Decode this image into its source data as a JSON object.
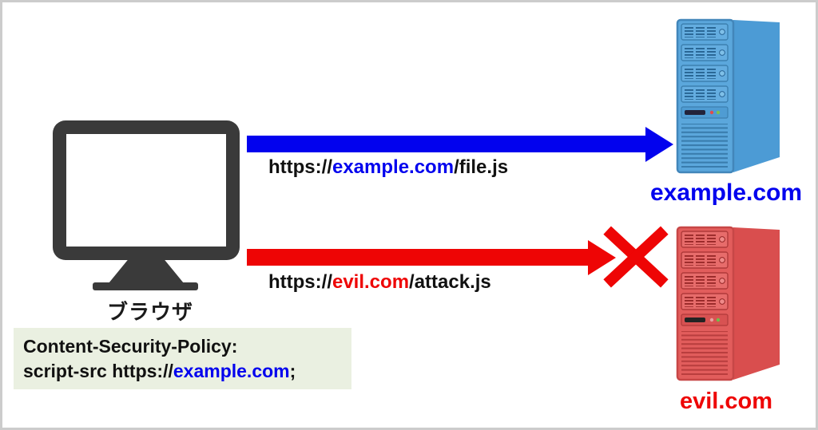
{
  "colors": {
    "blue": "#0202ee",
    "red": "#ee0505",
    "text": "#111111",
    "monitor": "#3a3a3a",
    "csp_bg": "#eaf0e1",
    "frame_border": "#cccccc"
  },
  "browser": {
    "label": "ブラウザ"
  },
  "requests": {
    "allowed": {
      "prefix": "https://",
      "domain": "example.com",
      "suffix": "/file.js"
    },
    "blocked": {
      "prefix": "https://",
      "domain": "evil.com",
      "suffix": "/attack.js"
    }
  },
  "servers": {
    "allowed": {
      "label": "example.com"
    },
    "blocked": {
      "label": "evil.com"
    }
  },
  "csp": {
    "line1": "Content-Security-Policy:",
    "line2_prefix": "script-src https://",
    "line2_domain": "example.com",
    "line2_suffix": ";"
  },
  "icons": {
    "browser": "monitor-icon",
    "allowed_server": "server-tower-icon",
    "blocked_server": "server-tower-icon",
    "blocked_mark": "x-cross-icon",
    "allowed_arrow": "right-arrow-icon",
    "blocked_arrow": "right-arrow-icon"
  }
}
